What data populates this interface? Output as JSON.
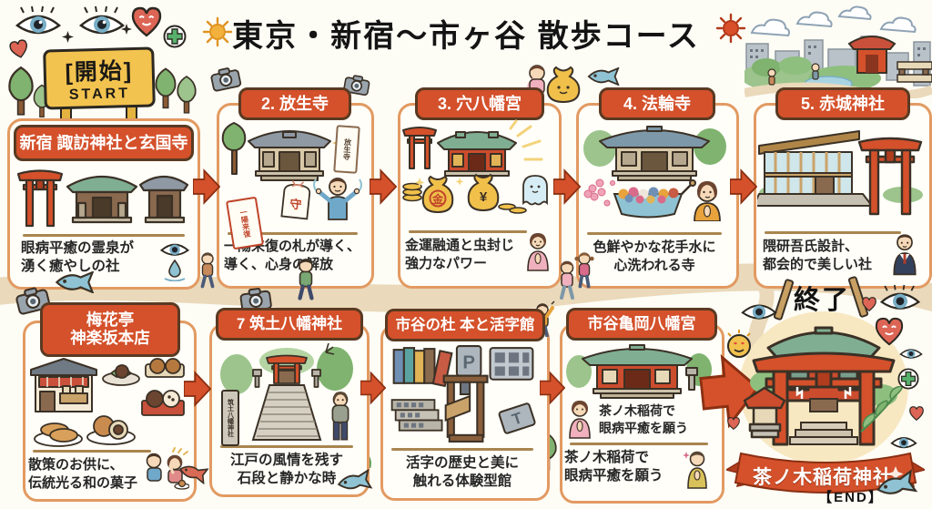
{
  "title": "東京・新宿〜市ヶ谷 散歩コース",
  "start_sign": {
    "jp": "[開始]",
    "en": "START"
  },
  "finish": {
    "label": "終了",
    "banner": "茶ノ木稲荷神社",
    "tag": "【END】"
  },
  "stops": [
    {
      "header": "新宿 諏訪神社と玄国寺",
      "caption1": "眼病平癒の霊泉が",
      "caption2": "湧く癒やしの社"
    },
    {
      "header": "2. 放生寺",
      "caption1": "一陽来復の札が導く、",
      "caption2": "導く、心身の解放"
    },
    {
      "header": "3. 穴八幡宮",
      "caption1": "金運融通と虫封じ",
      "caption2": "強力なパワー"
    },
    {
      "header": "4. 法輪寺",
      "caption1": "色鮮やかな花手水に",
      "caption2": "心洗われる寺"
    },
    {
      "header": "5. 赤城神社",
      "caption1": "隈研吾氏設計、",
      "caption2": "都会的で美しい社"
    },
    {
      "header1": "梅花亭",
      "header2": "神楽坂本店",
      "caption1": "散策のお供に、",
      "caption2": "伝統光る和の菓子"
    },
    {
      "header": "7 筑土八幡神社",
      "caption1": "江戸の風情を残す",
      "caption2": "石段と静かな時"
    },
    {
      "header": "市谷の杜 本と活字館",
      "caption1": "活字の歴史と美に",
      "caption2": "触れる体験型館"
    },
    {
      "header": "市谷亀岡八幡宮",
      "note1": "茶ノ木稲荷で",
      "note2": "眼病平癒を願う",
      "caption1": "茶ノ木稲荷で",
      "caption2": "眼病平癒を願う"
    }
  ],
  "labels": {
    "bag_kin": "金",
    "bag_yen": "¥",
    "charm": "一陽来復",
    "omamori": "守",
    "temple_tag": "放生寺",
    "pillar": "筑土八幡神社",
    "type_p": "P",
    "type_t": "T"
  },
  "colors": {
    "badge_bg": "#d4512b",
    "badge_border": "#5a3a22",
    "card_border": "#e29a62",
    "arrow": "#d4512b",
    "path_band": "#ead9ba",
    "sign_bg": "#f3c34f",
    "banner_bg": "#d4512b",
    "torii_red": "#d4512b",
    "roof_green": "#7fae93",
    "eye_blue": "#78aec6",
    "gold": "#f0c04a",
    "cross_green": "#57b06b"
  }
}
